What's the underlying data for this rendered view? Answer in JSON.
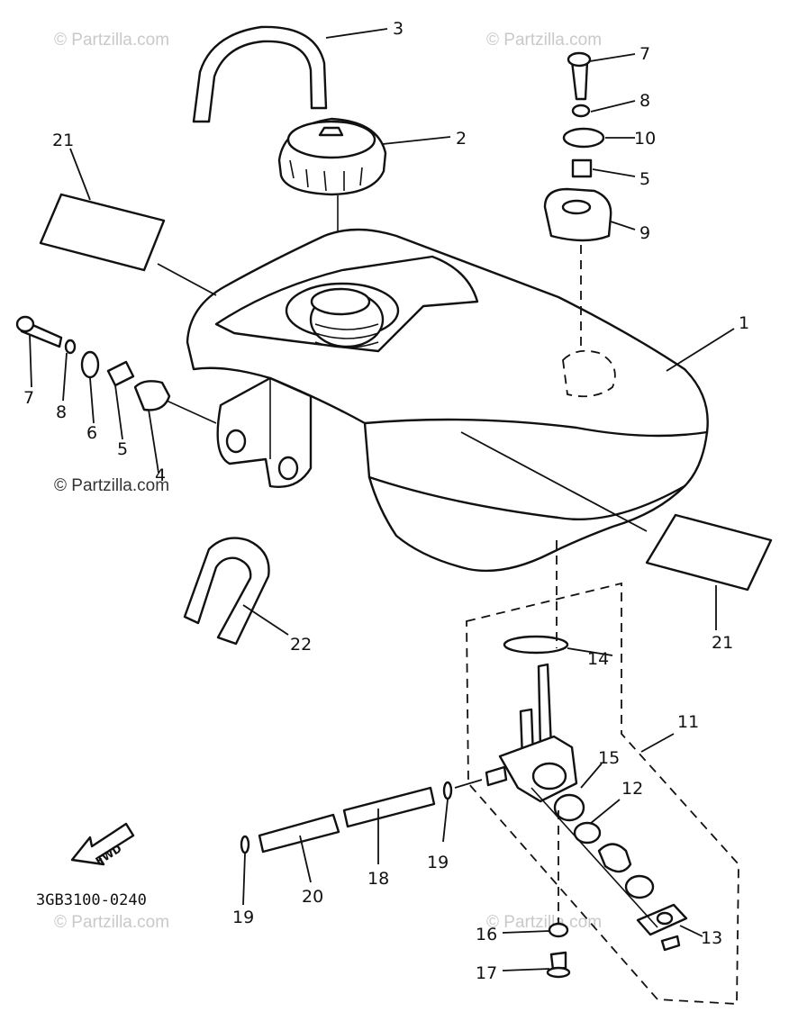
{
  "watermark": "© Partzilla.com",
  "diagram_code": "3GB3100-0240",
  "fwd_label": "FWD",
  "callouts": {
    "c1": "1",
    "c2": "2",
    "c3": "3",
    "c4": "4",
    "c5_top": "5",
    "c5_left": "5",
    "c6": "6",
    "c7_top": "7",
    "c7_left": "7",
    "c8_top": "8",
    "c8_left": "8",
    "c9": "9",
    "c10": "10",
    "c11": "11",
    "c12": "12",
    "c13": "13",
    "c14": "14",
    "c15": "15",
    "c16": "16",
    "c17": "17",
    "c18": "18",
    "c19_right": "19",
    "c19_left": "19",
    "c20": "20",
    "c21_left": "21",
    "c21_right": "21",
    "c22": "22"
  }
}
